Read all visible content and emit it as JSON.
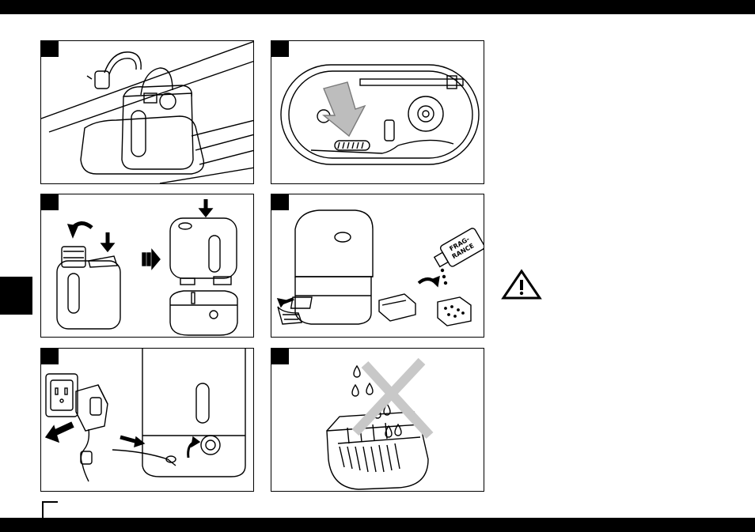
{
  "document": {
    "panels": [
      {
        "id": 1,
        "illustration": "fill-water-tank-at-tap"
      },
      {
        "id": 2,
        "illustration": "base-top-view-with-arrow"
      },
      {
        "id": 3,
        "illustration": "twist-cap-and-place-tank"
      },
      {
        "id": 4,
        "illustration": "insert-fragrance-pad"
      },
      {
        "id": 5,
        "illustration": "plug-in-adapter-and-turn-knob"
      },
      {
        "id": 6,
        "illustration": "do-not-wet-tray"
      }
    ],
    "fragrance_label_line1": "FRAG-",
    "fragrance_label_line2": "RANCE",
    "warning_icon": "warning-triangle-icon",
    "colors": {
      "ink": "#000000",
      "cross": "#c8c8c8",
      "paper": "#ffffff"
    }
  }
}
